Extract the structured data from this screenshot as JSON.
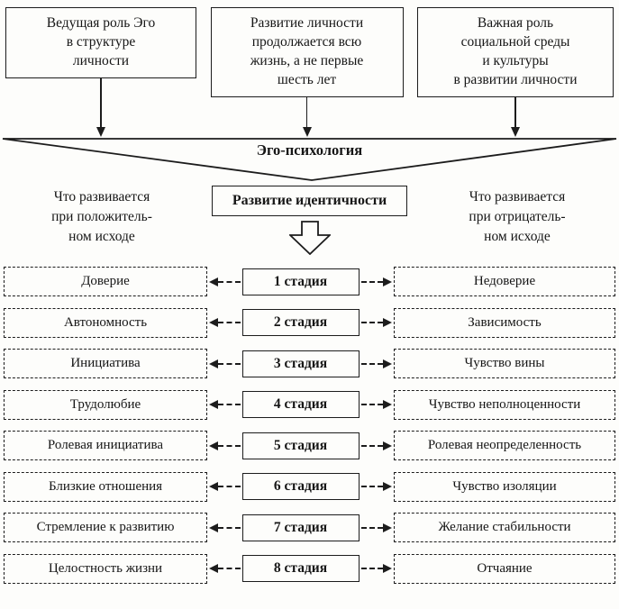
{
  "colors": {
    "ink": "#1c1c1c",
    "paper": "#fdfdfb"
  },
  "top_boxes": [
    {
      "label": "Ведущая роль Эго\nв структуре\nличности"
    },
    {
      "label": "Развитие личности\nпродолжается всю\nжизнь, а не первые\nшесть лет"
    },
    {
      "label": "Важная роль\nсоциальной среды\nи культуры\nв развитии личности"
    }
  ],
  "funnel": {
    "label": "Эго-психология"
  },
  "headers": {
    "left": "Что развивается\nпри положитель-\nном исходе",
    "right": "Что развивается\nпри отрицатель-\nном исходе"
  },
  "identity": {
    "label": "Развитие идентичности"
  },
  "stages": [
    {
      "stage": "1 стадия",
      "positive": "Доверие",
      "negative": "Недоверие"
    },
    {
      "stage": "2 стадия",
      "positive": "Автономность",
      "negative": "Зависимость"
    },
    {
      "stage": "3 стадия",
      "positive": "Инициатива",
      "negative": "Чувство вины"
    },
    {
      "stage": "4 стадия",
      "positive": "Трудолюбие",
      "negative": "Чувство неполноценности"
    },
    {
      "stage": "5 стадия",
      "positive": "Ролевая инициатива",
      "negative": "Ролевая неопределенность"
    },
    {
      "stage": "6 стадия",
      "positive": "Близкие отношения",
      "negative": "Чувство изоляции"
    },
    {
      "stage": "7 стадия",
      "positive": "Стремление к развитию",
      "negative": "Желание стабильности"
    },
    {
      "stage": "8 стадия",
      "positive": "Целостность жизни",
      "negative": "Отчаяние"
    }
  ]
}
